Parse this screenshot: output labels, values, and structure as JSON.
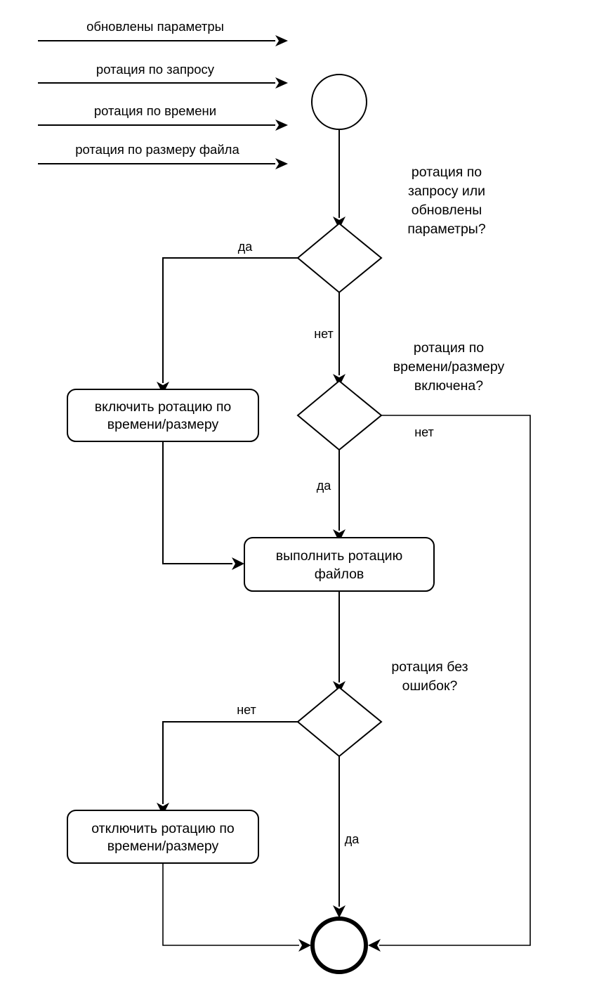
{
  "diagram": {
    "title": "",
    "language": "ru",
    "colors": {
      "stroke": "#000000",
      "fill": "#ffffff",
      "text": "#000000",
      "background": "#ffffff"
    },
    "nodes": {
      "start": {
        "type": "start-circle",
        "label": ""
      },
      "end": {
        "type": "end-circle",
        "label": ""
      },
      "decision_1": {
        "label": "ротация по\nзапросу или\nобновлены\nпараметры?"
      },
      "decision_2": {
        "label": "ротация по\nвремени/размеру\nвключена?"
      },
      "decision_3": {
        "label": "ротация без\nошибок?"
      },
      "action_enable": {
        "label": "включить ротацию по\nвремени/размеру"
      },
      "action_rotate": {
        "label": "выполнить ротацию\nфайлов"
      },
      "action_disable": {
        "label": "отключить ротацию по\nвремени/размеру"
      }
    },
    "decision_1_lines": [
      "ротация по",
      "запросу или",
      "обновлены",
      "параметры?"
    ],
    "decision_2_lines": [
      "ротация по",
      "времени/размеру",
      "включена?"
    ],
    "decision_3_lines": [
      "ротация без",
      "ошибок?"
    ],
    "action_enable_lines": [
      "включить ротацию по",
      "времени/размеру"
    ],
    "action_rotate_lines": [
      "выполнить ротацию",
      "файлов"
    ],
    "action_disable_lines": [
      "отключить ротацию по",
      "времени/размеру"
    ],
    "inputs": [
      {
        "label": "обновлены параметры"
      },
      {
        "label": "ротация по запросу"
      },
      {
        "label": "ротация по времени"
      },
      {
        "label": "ротация по размеру файла"
      }
    ],
    "branches": {
      "d1_yes": "да",
      "d1_no": "нет",
      "d2_yes": "да",
      "d2_no": "нет",
      "d3_yes": "да",
      "d3_no": "нет"
    }
  }
}
